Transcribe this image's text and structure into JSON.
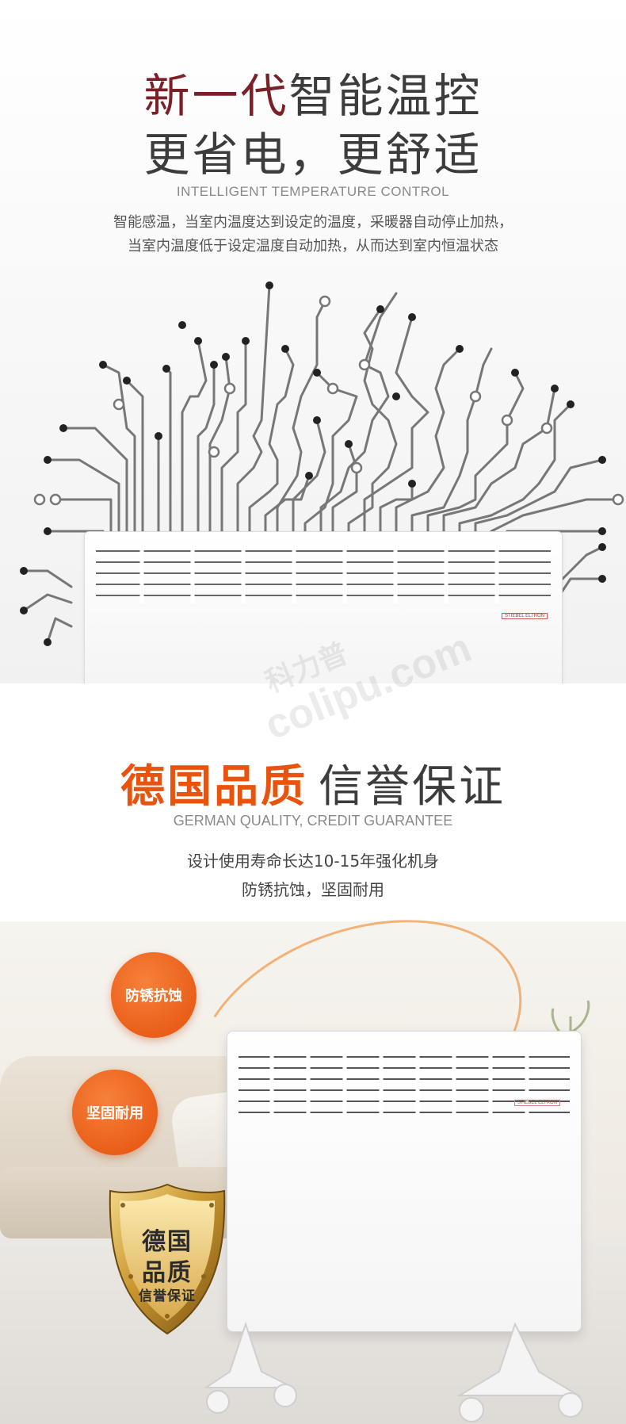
{
  "section1": {
    "headline_accent": "新一代",
    "headline_rest": "智能温控",
    "subheadline": "更省电，更舒适",
    "english": "INTELLIGENT TEMPERATURE CONTROL",
    "desc_line1": "智能感温，当室内温度达到设定的温度，采暖器自动停止加热，",
    "desc_line2": "当室内温度低于设定温度自动加热，从而达到室内恒温状态"
  },
  "section2": {
    "headline_accent": "德国品质",
    "headline_rest": "信誉保证",
    "english": "GERMAN QUALITY, CREDIT GUARANTEE",
    "desc_line1": "设计使用寿命长达10-15年强化机身",
    "desc_line2": "防锈抗蚀，坚固耐用",
    "badge1": "防锈抗蚀",
    "badge2": "坚固耐用",
    "shield_line1": "德国",
    "shield_line2": "品质",
    "shield_line3": "信誉保证"
  },
  "watermark": {
    "cn": "科力普",
    "en": "colipu.com"
  },
  "colors": {
    "accent_red": "#7a2026",
    "accent_orange": "#e8540e",
    "gold": "#c9962f"
  }
}
